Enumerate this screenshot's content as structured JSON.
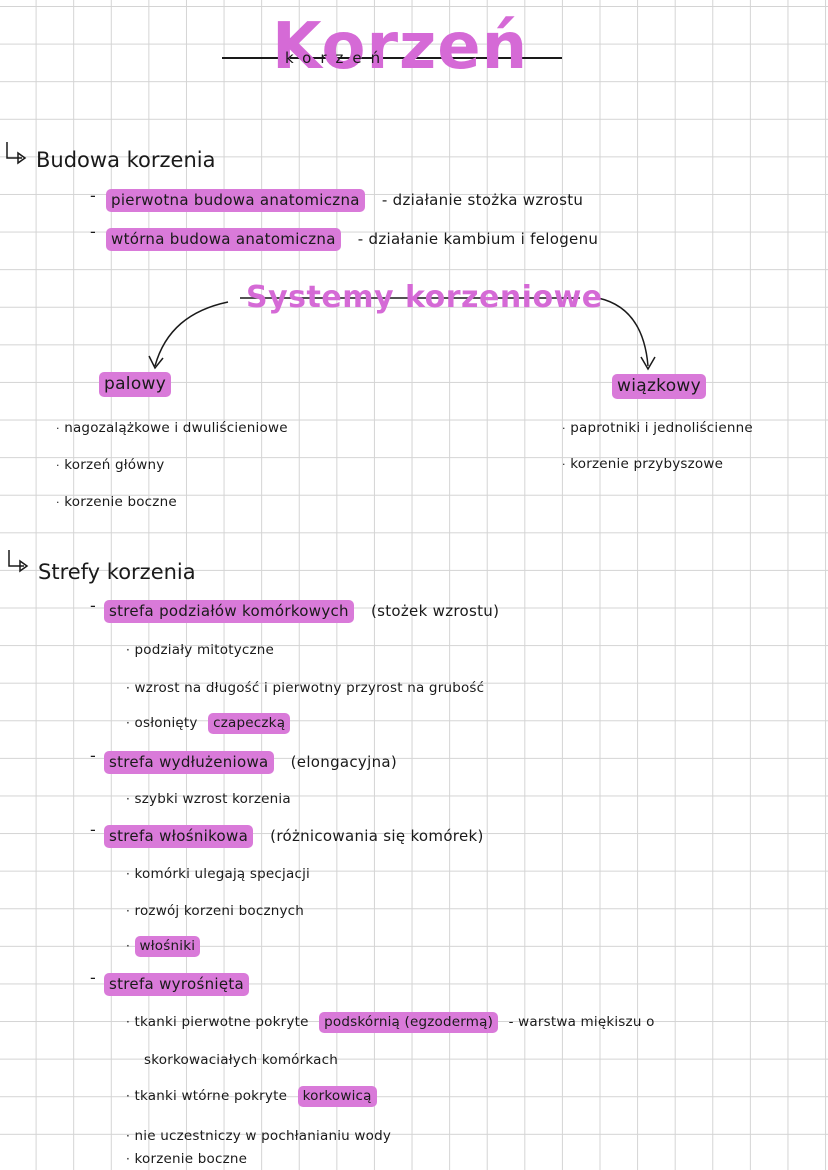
{
  "title": "Korzeń",
  "title_strike": "korzeń",
  "budowa": {
    "header": "Budowa korzenia",
    "items": [
      {
        "hl": "pierwotna budowa anatomiczna",
        "rest": "- działanie stożka wzrostu"
      },
      {
        "hl": "wtórna budowa anatomiczna",
        "rest": "- działanie kambium i felogenu"
      }
    ]
  },
  "systemy": {
    "title": "Systemy korzeniowe",
    "title_strike": "systemy korzeniowe",
    "palowy": {
      "label": "palowy",
      "items": [
        "nagozalążkowe i dwuliścieniowe",
        "korzeń główny",
        "korzenie boczne"
      ]
    },
    "wiazkowy": {
      "label": "wiązkowy",
      "items": [
        "paprotniki i jednoliścienne",
        "korzenie przybyszowe"
      ]
    }
  },
  "strefy": {
    "header": "Strefy korzenia",
    "s1": {
      "hl": "strefa podziałów komórkowych",
      "rest": "(stożek wzrostu)",
      "items": [
        "podziały mitotyczne",
        "wzrost na długość i pierwotny przyrost na grubość",
        "osłonięty"
      ],
      "item3_hl": "czapeczką"
    },
    "s2": {
      "hl": "strefa wydłużeniowa",
      "rest": "(elongacyjna)",
      "items": [
        "szybki wzrost korzenia"
      ]
    },
    "s3": {
      "hl": "strefa włośnikowa",
      "rest": "(różnicowania się komórek)",
      "items": [
        "komórki ulegają specjacji",
        "rozwój korzeni bocznych"
      ],
      "item3_hl": "włośniki"
    },
    "s4": {
      "hl": "strefa wyrośnięta",
      "a_pre": "tkanki pierwotne pokryte",
      "a_hl": "podskórnią (egzodermą)",
      "a_post": "- warstwa miękiszu o",
      "a_cont": "skorkowaciałych komórkach",
      "b_pre": "tkanki wtórne pokryte",
      "b_hl": "korkowicą",
      "c": "nie uczestniczy w pochłanianiu wody",
      "d": "korzenie boczne"
    }
  },
  "colors": {
    "highlight": "#d97ad9",
    "title": "#d56ad6",
    "ink": "#1a1a1a"
  }
}
